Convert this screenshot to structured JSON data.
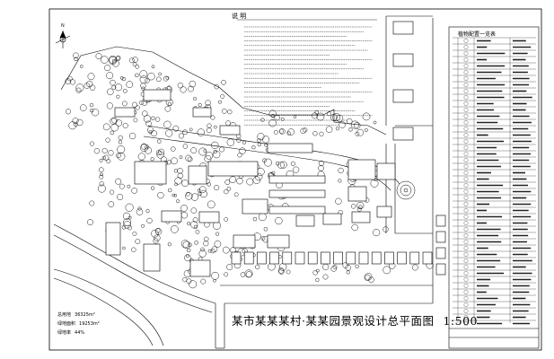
{
  "title": {
    "name": "某市某某某村·某某园景观设计总平面图",
    "scale": "1:500"
  },
  "notes": {
    "heading": "说 明"
  },
  "legend": {
    "heading": "植物配置一览表"
  },
  "north_label": "N",
  "stats": [
    {
      "label": "总用地",
      "value": "36325m²"
    },
    {
      "label": "绿地面积",
      "value": "19253m²"
    },
    {
      "label": "绿地率",
      "value": "44%"
    }
  ],
  "colors": {
    "line": "#000000",
    "background": "#ffffff"
  }
}
